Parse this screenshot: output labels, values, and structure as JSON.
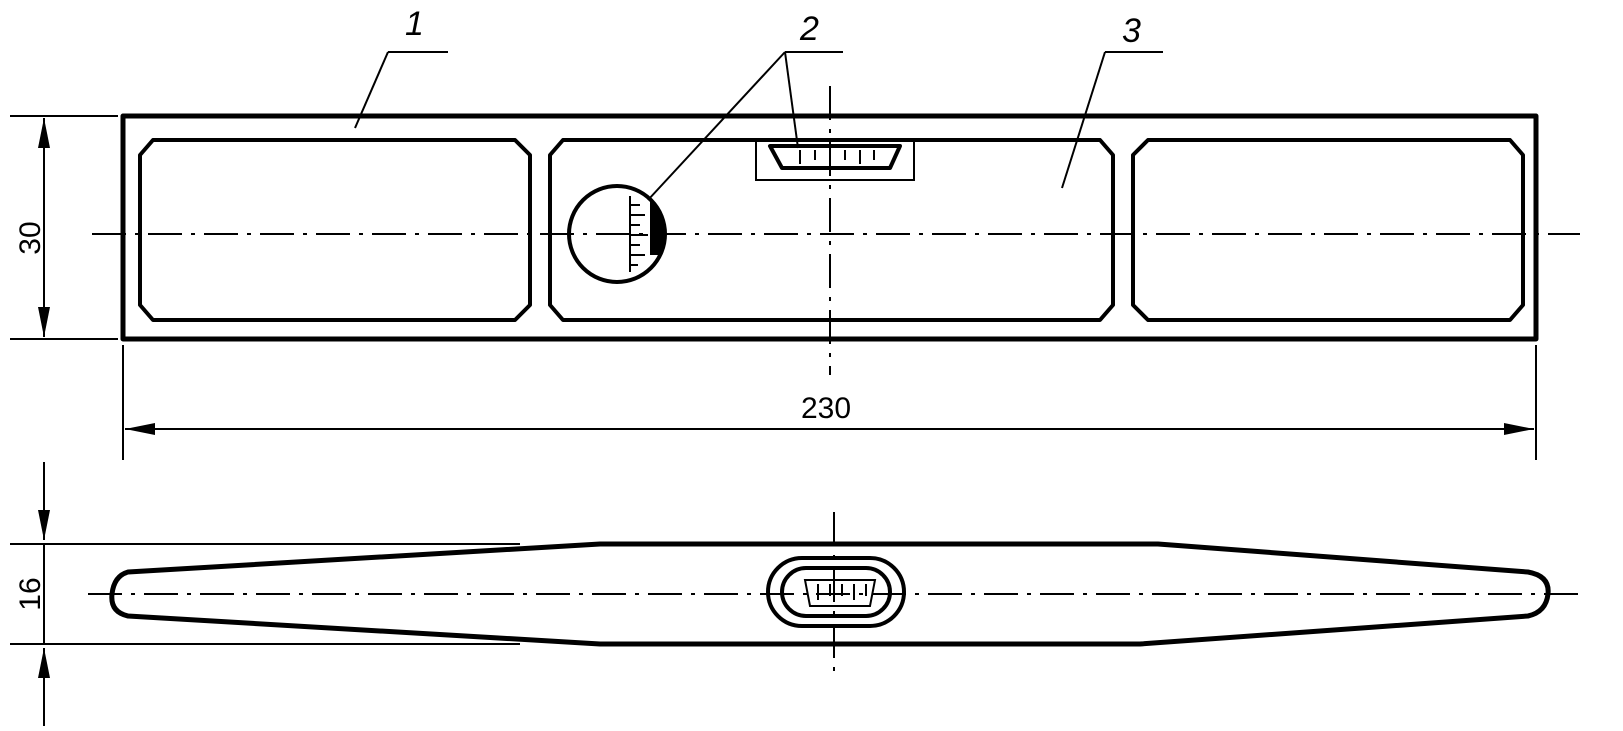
{
  "callouts": {
    "c1": "1",
    "c2": "2",
    "c3": "3"
  },
  "dimensions": {
    "length": "230",
    "height": "30",
    "thickness": "16"
  },
  "colors": {
    "line": "#000000",
    "background": "#ffffff"
  }
}
